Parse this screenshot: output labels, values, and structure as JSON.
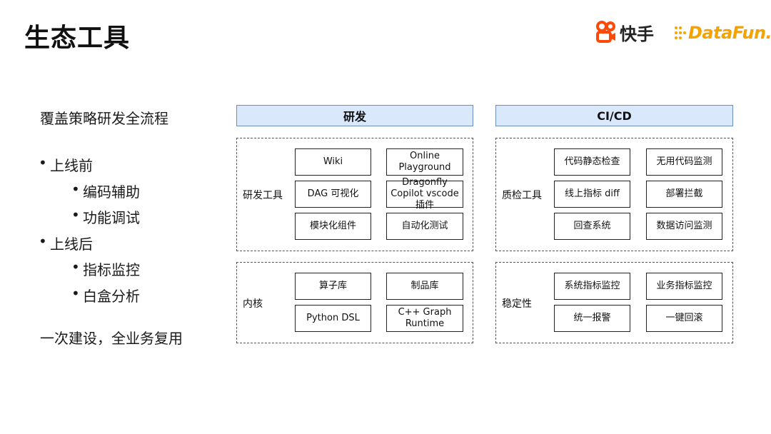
{
  "title": "生态工具",
  "logos": {
    "kuaishou": "快手",
    "datafun": "DataFun."
  },
  "left": {
    "heading": "覆盖策略研发全流程",
    "pre_launch": "上线前",
    "pre_items": [
      "编码辅助",
      "功能调试"
    ],
    "post_launch": "上线后",
    "post_items": [
      "指标监控",
      "白盒分析"
    ],
    "footer": "一次建设，全业务复用"
  },
  "dev": {
    "header": "研发",
    "tools": {
      "label": "研发工具",
      "items": [
        "Wiki",
        "Online Playground",
        "DAG 可视化",
        "Dragonfly Copilot vscode 插件",
        "模块化组件",
        "自动化测试"
      ]
    },
    "kernel": {
      "label": "内核",
      "items": [
        "算子库",
        "制品库",
        "Python DSL",
        "C++ Graph Runtime"
      ]
    }
  },
  "cicd": {
    "header": "CI/CD",
    "qa": {
      "label": "质检工具",
      "items": [
        "代码静态检查",
        "无用代码监测",
        "线上指标 diff",
        "部署拦截",
        "回查系统",
        "数据访问监测"
      ]
    },
    "stability": {
      "label": "稳定性",
      "items": [
        "系统指标监控",
        "业务指标监控",
        "统一报警",
        "一键回滚"
      ]
    }
  },
  "colors": {
    "header_fill": "#dae8fc",
    "header_border": "#6c8ebf",
    "datafun_orange": "#f5a300"
  }
}
